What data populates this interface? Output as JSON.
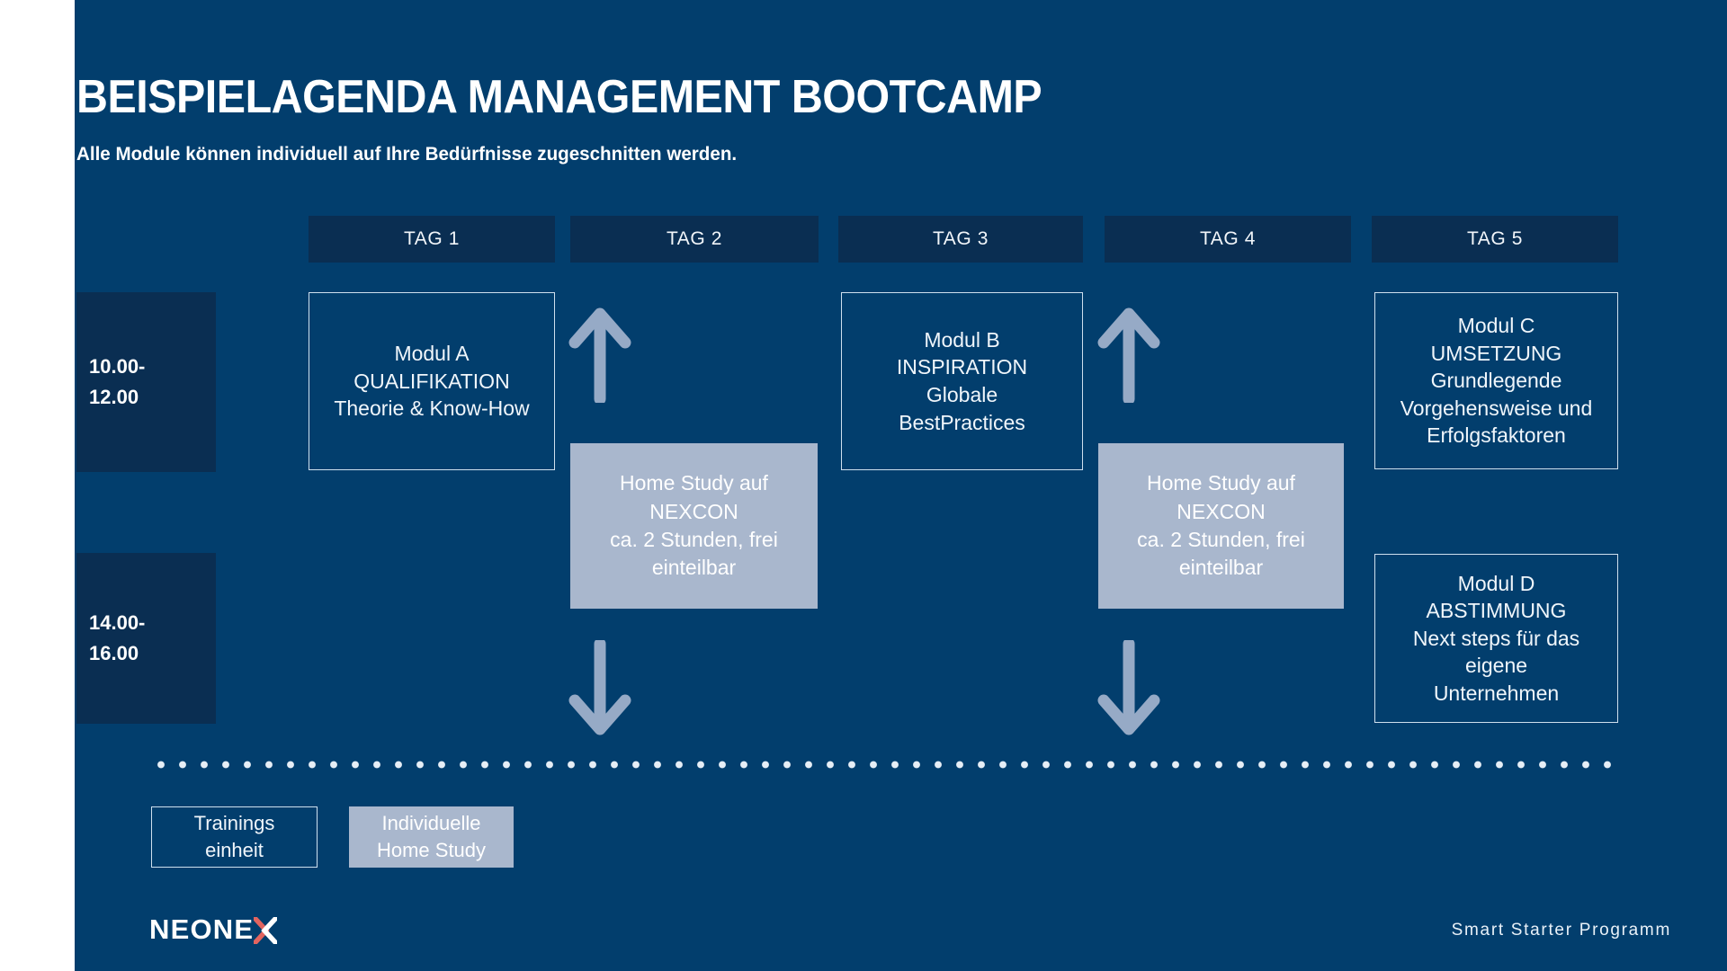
{
  "theme": {
    "background": "#023e6d",
    "panel_dark": "#0a2e52",
    "accent_light": "#a9b7cd",
    "text_light": "#f0f6fb",
    "logo_accent": "#e2645f"
  },
  "header": {
    "title": "BEISPIELAGENDA MANAGEMENT BOOTCAMP",
    "subtitle": "Alle Module können individuell auf Ihre Bedürfnisse zugeschnitten werden."
  },
  "days": [
    {
      "label": "TAG 1"
    },
    {
      "label": "TAG 2"
    },
    {
      "label": "TAG 3"
    },
    {
      "label": "TAG 4"
    },
    {
      "label": "TAG 5"
    }
  ],
  "time_slots": [
    {
      "line1": "10.00-",
      "line2": "12.00"
    },
    {
      "line1": "14.00-",
      "line2": "16.00"
    }
  ],
  "modules": {
    "a": {
      "l1": "Modul A",
      "l2": "QUALIFIKATION",
      "l3": "Theorie & Know-How"
    },
    "b": {
      "l1": "Modul B",
      "l2": "INSPIRATION",
      "l3": "Globale",
      "l4": "BestPractices"
    },
    "c": {
      "l1": "Modul C",
      "l2": "UMSETZUNG",
      "l3": "Grundlegende",
      "l4": "Vorgehensweise und",
      "l5": "Erfolgsfaktoren"
    },
    "d": {
      "l1": "Modul D",
      "l2": "ABSTIMMUNG",
      "l3": "Next steps für das",
      "l4": "eigene",
      "l5": "Unternehmen"
    }
  },
  "home_study": {
    "l1": "Home Study auf",
    "l2": "NEXCON",
    "l3": "ca. 2 Stunden, frei",
    "l4": "einteilbar"
  },
  "legend": {
    "training": {
      "l1": "Trainings",
      "l2": "einheit"
    },
    "home": {
      "l1": "Individuelle",
      "l2": "Home Study"
    }
  },
  "footer": {
    "logo_main": "NEONE",
    "logo_accent_letter": "X",
    "right_text": "Smart Starter Programm"
  }
}
